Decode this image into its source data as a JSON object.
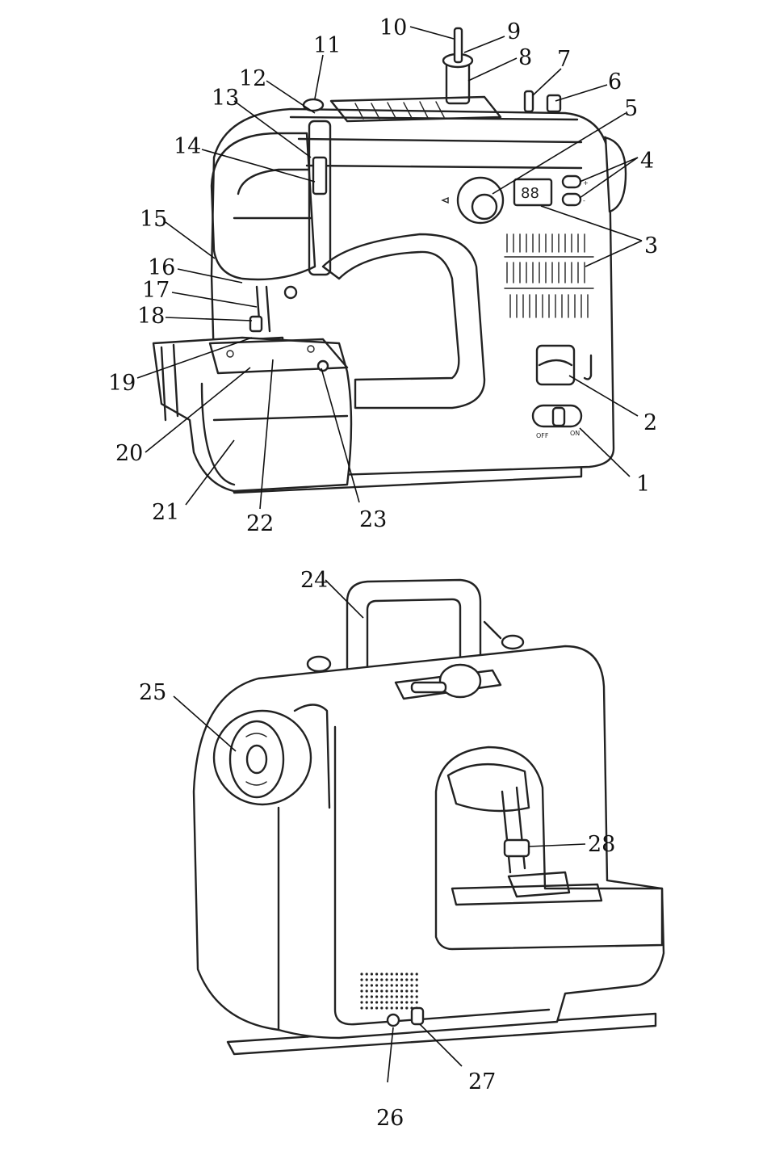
{
  "front_view": {
    "callouts": [
      "1",
      "2",
      "3",
      "4",
      "5",
      "6",
      "7",
      "8",
      "9",
      "10",
      "11",
      "12",
      "13",
      "14",
      "15",
      "16",
      "17",
      "18",
      "19",
      "20",
      "21",
      "22",
      "23"
    ],
    "switch_labels": {
      "off": "OFF",
      "on": "ON"
    },
    "display_text": "88",
    "button_plus": "+",
    "button_minus": "-"
  },
  "rear_view": {
    "callouts": [
      "24",
      "25",
      "26",
      "27",
      "28"
    ]
  }
}
